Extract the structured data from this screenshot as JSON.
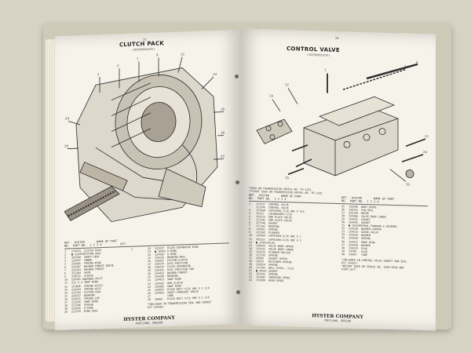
{
  "left_page": {
    "page_number": "25",
    "title": "CLUTCH PACK",
    "subtitle": "(INTERMEDIATE)",
    "table_header_1": "REF.  HYSTER       NAME OF PART",
    "table_header_2": "NO.  PART NO.  1 2 3 4           QTY.",
    "col_a": [
      [
        "1",
        "274474",
        "CLUTCH PACK",
        "1"
      ],
      [
        "2",
        "■ 224394",
        "PISTON-SEAL",
        ""
      ],
      [
        "3",
        "181560",
        "SHAFT-SEAL",
        ""
      ],
      [
        "4",
        "124437",
        "INNER",
        ""
      ],
      [
        "5",
        "216441",
        "SPRING-RING",
        ""
      ],
      [
        "6",
        "213207",
        "WASHER-THRUST DRIVE",
        ""
      ],
      [
        "7",
        "225264",
        "WASHER-THRUST",
        ""
      ],
      [
        "8",
        "151104",
        "SHIM",
        ""
      ],
      [
        "9",
        "220511",
        "SLEEVE",
        ""
      ],
      [
        "10",
        "224261 A",
        "WASHER-SPLIT",
        ""
      ],
      [
        "11",
        "221 4 4",
        "SNAP RING",
        ""
      ],
      [
        "12",
        "151046",
        "SPRING-DISCS",
        ""
      ],
      [
        "13",
        "224264",
        "SPRING-DISC",
        ""
      ],
      [
        "14",
        "225143",
        "PISTON-SEAL",
        ""
      ],
      [
        "15",
        "224257",
        "BEARING",
        ""
      ],
      [
        "16",
        "224255",
        "SPRING-CUP",
        ""
      ],
      [
        "17",
        "211256",
        "SNAP RING",
        ""
      ],
      [
        "18",
        "221346",
        "SPACER",
        ""
      ],
      [
        "19",
        "224265",
        "O-RING",
        ""
      ],
      [
        "20",
        "221370",
        "RING-SEAL",
        ""
      ]
    ],
    "col_b": [
      [
        "12",
        "121937",
        "PLATE-SEPARATOR RING",
        ""
      ],
      [
        "13",
        "■ 16052",
        "O-RING",
        ""
      ],
      [
        "14",
        "124429",
        "O-RING",
        ""
      ],
      [
        "15",
        "124226",
        "BEARING-BALL",
        ""
      ],
      [
        "16",
        "150267",
        "PISTON-CLUTCH",
        ""
      ],
      [
        "17",
        "150179",
        "DISC-FRICTION",
        ""
      ],
      [
        "18",
        "219233",
        "PLATE-SEPARATOR",
        ""
      ],
      [
        "19",
        "216425",
        "DISC-FRICTION TWO",
        ""
      ],
      [
        "20",
        "124422",
        "WASHER-THRUST",
        ""
      ],
      [
        "21",
        "154209",
        "BEARING",
        ""
      ],
      [
        "22",
        "124423",
        "SNAP RING",
        ""
      ],
      [
        "23",
        "124425",
        "HUB-CLUTCH",
        ""
      ],
      [
        "24",
        "124305",
        "SNAP RING",
        ""
      ],
      [
        "25",
        "126697",
        "PLACE BOLT-5/16 UNF X 1 1/4",
        ""
      ],
      [
        "26",
        "124423",
        "SHAFT-SPROCKET DRIVE",
        ""
      ],
      [
        "27",
        "",
        "TUBE",
        ""
      ],
      [
        "28",
        "16009",
        "PLACE BOLT-5/16 UNF X 1 3/4",
        ""
      ]
    ],
    "note": "*INCLUDED IN TRANSMISSION SEAL AND GASKET\n KIT 244382.",
    "footer_company": "HYSTER COMPANY",
    "footer_location": "PORTLAND, OREGON"
  },
  "right_page": {
    "page_number": "26",
    "title": "CONTROL VALVE",
    "subtitle": "(INTERMEDIATE)",
    "prelude": "*USED ON TRANSMISSION SERIAL NO. TR-1234\n**FIRST USED ON TRANSMISSION SERIAL NO. TR-1235",
    "table_header_1": "REF.  HYSTER       NAME OF PART",
    "table_header_2": "NO.  PART NO.  1 2 3 4",
    "col_a": [
      [
        "1",
        "121537",
        "CONTROL VALVE",
        ""
      ],
      [
        "",
        "121549",
        "CONTROL VALVE",
        ""
      ],
      [
        "2",
        "151560",
        "CAPSCREW-7/16 UNC X 3/4",
        ""
      ],
      [
        "3",
        "15151",
        "LOCKWASHER-7/16",
        ""
      ],
      [
        "4",
        "242313",
        "END PLATE-VALVE",
        ""
      ],
      [
        "5",
        "121341",
        "END PLATE-VALVE",
        ""
      ],
      [
        "6",
        "227348",
        "GASKET",
        ""
      ],
      [
        "7",
        "151162",
        "BUSHING",
        ""
      ],
      [
        "8",
        "120361",
        "SPRING",
        ""
      ],
      [
        "9",
        "121363",
        "PLUNGER",
        ""
      ],
      [
        "10",
        "120364",
        "CAPSCREW-5/16 UNC X 1",
        ""
      ],
      [
        "11",
        "203151",
        "CAPSCREW-5/16 UNC X 1",
        ""
      ],
      [
        "12",
        "■ 154513",
        "PLUG",
        ""
      ],
      [
        "13",
        "150423",
        "VALVE BODY-UPPER",
        ""
      ],
      [
        "14",
        "124151",
        "VALVE BODY-LOWER",
        ""
      ],
      [
        "15",
        "124225",
        "PLUNGER-ROLLER",
        ""
      ],
      [
        "16",
        "121335",
        "SPRING",
        ""
      ],
      [
        "17",
        "29502",
        "GASKET-UPPER",
        ""
      ],
      [
        "18",
        "24532",
        "RETAINER-SPRING",
        ""
      ],
      [
        "19",
        "124524",
        "SPRING",
        ""
      ],
      [
        "20",
        "121344",
        "BALL-STEEL, 7/16",
        ""
      ],
      [
        "21",
        "■ 26251",
        "GASKET",
        ""
      ],
      [
        "22",
        "154155",
        "SPRING",
        ""
      ],
      [
        "23",
        "154202",
        "INDEXING SPOOL",
        ""
      ],
      [
        "24",
        "154389",
        "HEAD-SPOOL",
        ""
      ]
    ],
    "col_b": [
      [
        "25",
        "129296",
        "BODY-SPOOL",
        ""
      ],
      [
        "26",
        "129151",
        "PIN-SEAL",
        ""
      ],
      [
        "27",
        "225148",
        "BRIDE",
        ""
      ],
      [
        "28",
        "154266",
        "VALVE BODY-LOWER",
        ""
      ],
      [
        "29",
        "154252",
        "GASKET",
        ""
      ],
      [
        "30",
        "154255",
        "GASKET",
        ""
      ],
      [
        "31",
        "■ 154249",
        "SPOOL-FORWARD & REVERSE",
        ""
      ],
      [
        "32",
        "124238",
        "WASHER-COPPER",
        ""
      ],
      [
        "33",
        "124213",
        "GUIDE-VALVE",
        ""
      ],
      [
        "34",
        "124334",
        "WASHER",
        ""
      ],
      [
        "35",
        "124236",
        "SPRING",
        ""
      ],
      [
        "36",
        "124237",
        "SNAP RING",
        ""
      ],
      [
        "37",
        "124338",
        "WASHER",
        ""
      ],
      [
        "38",
        "129233",
        "PLUG",
        ""
      ],
      [
        "39",
        "13709",
        "PLUG",
        ""
      ],
      [
        "40",
        "14994",
        "TUBE",
        ""
      ]
    ],
    "note": "*INCLUDED IN CONTROL VALVE GASKET AND SEAL\n KIT 244527.\n*WEIGHT USED ON SERIAL NO. 9100-9550 AND\n A100-1577.",
    "footer_company": "HYSTER COMPANY",
    "footer_location": "PORTLAND, OREGON"
  }
}
